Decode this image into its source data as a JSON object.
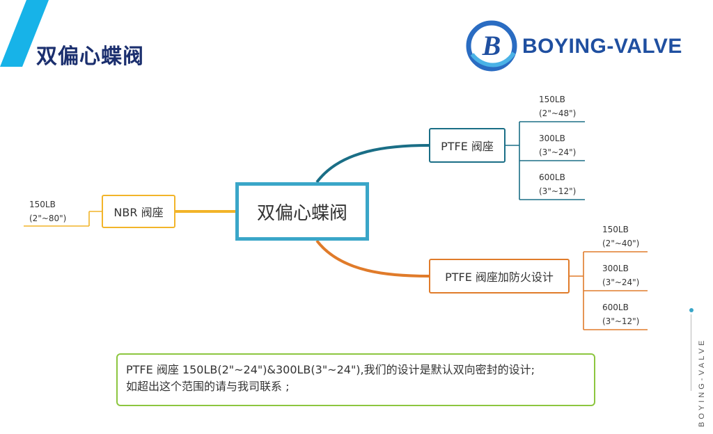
{
  "header": {
    "title": "双偏心蝶阀",
    "logo_text": "BOYING-VALVE",
    "side_text": "BOYING-VALVE"
  },
  "colors": {
    "title": "#1b2f6e",
    "accent_cyan": "#3aa6c8",
    "ptfe_branch": "#1a6e86",
    "fire_branch": "#e07b2a",
    "nbr_branch": "#f2b429",
    "note_border": "#8cc63f",
    "logo_blue": "#1f4fa0"
  },
  "mindmap": {
    "central": "双偏心蝶阀",
    "branches": [
      {
        "label": "PTFE 阀座",
        "leaves": [
          {
            "rating": "150LB",
            "range": "(2\"~48\")"
          },
          {
            "rating": "300LB",
            "range": "(3\"~24\")"
          },
          {
            "rating": "600LB",
            "range": "(3\"~12\")"
          }
        ]
      },
      {
        "label": "PTFE 阀座加防火设计",
        "leaves": [
          {
            "rating": "150LB",
            "range": "(2\"~40\")"
          },
          {
            "rating": "300LB",
            "range": "(3\"~24\")"
          },
          {
            "rating": "600LB",
            "range": "(3\"~12\")"
          }
        ]
      },
      {
        "label": "NBR 阀座",
        "leaves": [
          {
            "rating": "150LB",
            "range": "(2\"~80\")"
          }
        ]
      }
    ]
  },
  "note": {
    "line1": "PTFE 阀座 150LB(2\"~24\")&300LB(3\"~24\"),我们的设计是默认双向密封的设计;",
    "line2": "如超出这个范围的请与我司联系 ;"
  }
}
